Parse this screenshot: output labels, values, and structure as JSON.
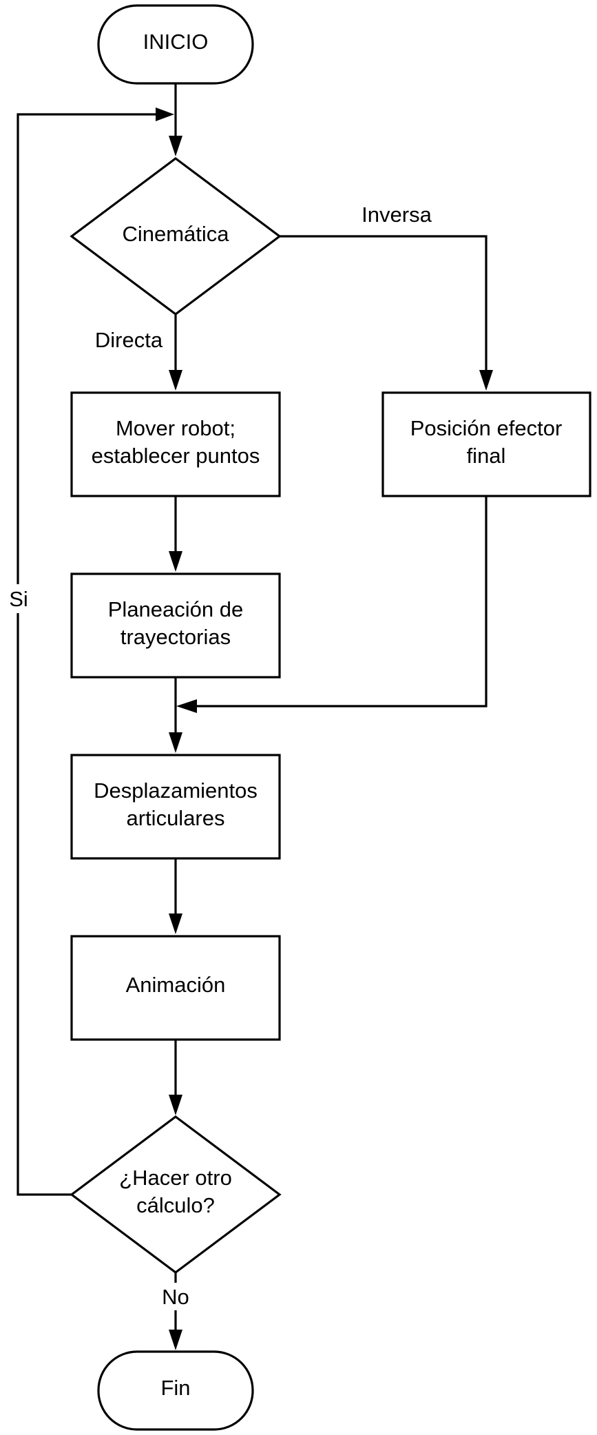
{
  "nodes": {
    "inicio": {
      "type": "terminal",
      "lines": [
        "INICIO"
      ]
    },
    "cinematica": {
      "type": "decision",
      "lines": [
        "Cinemática"
      ]
    },
    "mover_robot": {
      "type": "process",
      "lines": [
        "Mover robot;",
        "establecer puntos"
      ]
    },
    "posicion_efector": {
      "type": "process",
      "lines": [
        "Posición efector",
        "final"
      ]
    },
    "planeacion": {
      "type": "process",
      "lines": [
        "Planeación de",
        "trayectorias"
      ]
    },
    "desplazamientos": {
      "type": "process",
      "lines": [
        "Desplazamientos",
        "articulares"
      ]
    },
    "animacion": {
      "type": "process",
      "lines": [
        "Animación"
      ]
    },
    "hacer_otro": {
      "type": "decision",
      "lines": [
        "¿Hacer otro",
        "cálculo?"
      ]
    },
    "fin": {
      "type": "terminal",
      "lines": [
        "Fin"
      ]
    }
  },
  "edges": {
    "directa": {
      "from": "cinematica",
      "to": "mover_robot",
      "label": "Directa"
    },
    "inversa": {
      "from": "cinematica",
      "to": "posicion_efector",
      "label": "Inversa"
    },
    "si": {
      "from": "hacer_otro",
      "to": "cinematica",
      "label": "Si"
    },
    "no": {
      "from": "hacer_otro",
      "to": "fin",
      "label": "No"
    }
  }
}
